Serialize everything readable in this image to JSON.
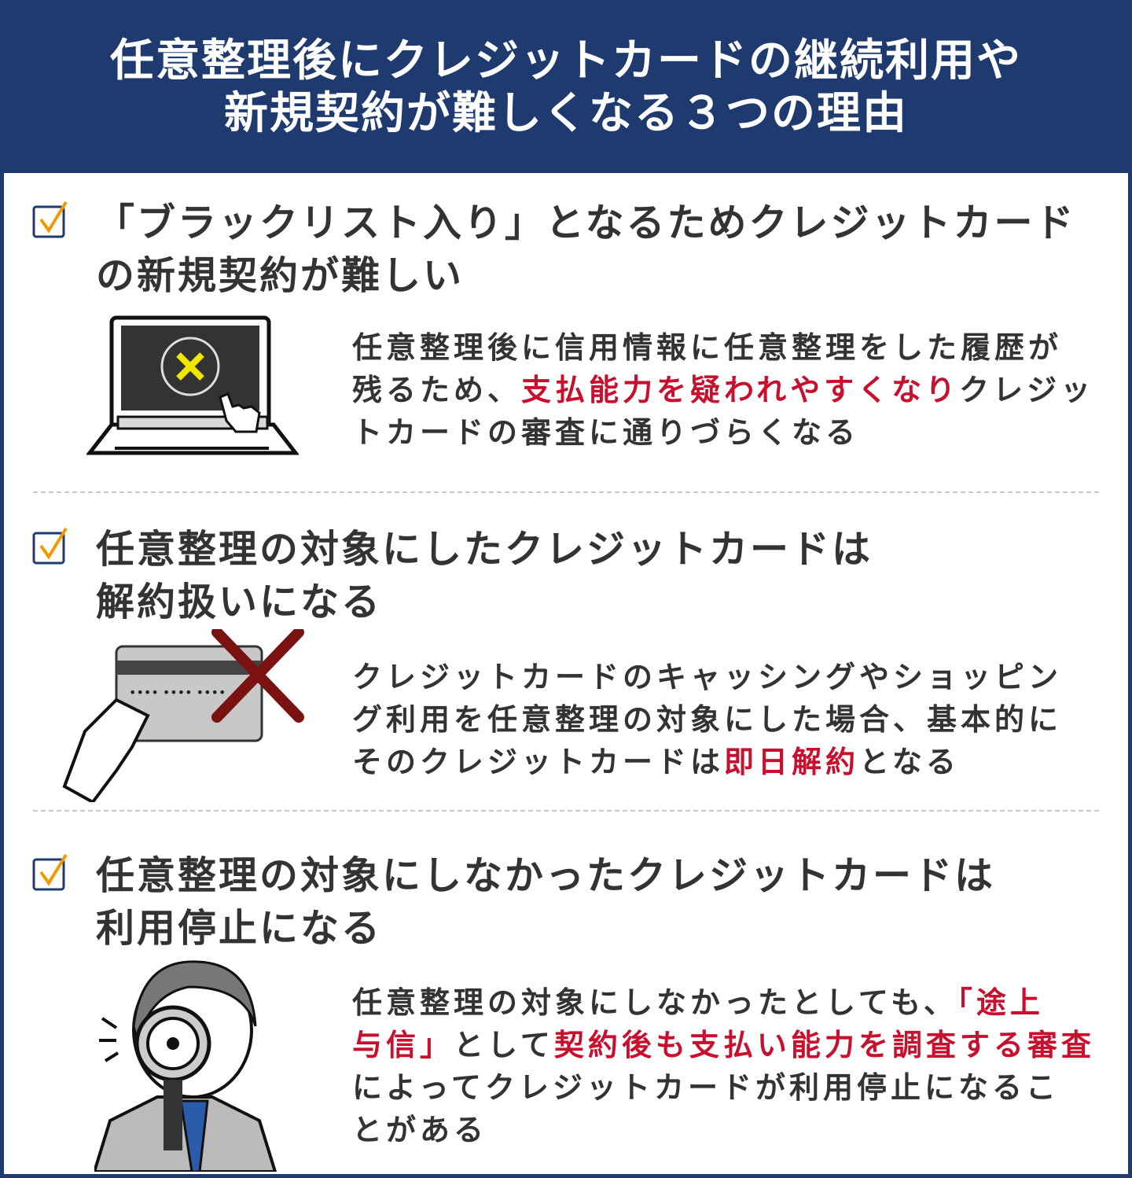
{
  "title": {
    "lines": [
      "任意整理後にクレジットカードの継続利用や",
      "新規契約が難しくなる３つの理由"
    ]
  },
  "colors": {
    "navy": "#1f3a6e",
    "red": "#c8102e",
    "check": "#f39800"
  },
  "sections": [
    {
      "heading": [
        "「ブラックリスト入り」となるためクレジットカード",
        "の新規契約が難しい"
      ],
      "illustration": "laptop-error-icon",
      "body": [
        [
          {
            "t": "任意整理後に信用情報に任意整理をした履歴が"
          }
        ],
        [
          {
            "t": "残るため、"
          },
          {
            "t": "支払能力を疑われやすくなり",
            "red": true
          },
          {
            "t": "クレジッ"
          }
        ],
        [
          {
            "t": "トカードの審査に通りづらくなる"
          }
        ]
      ]
    },
    {
      "heading": [
        "任意整理の対象にしたクレジットカードは",
        "解約扱いになる"
      ],
      "illustration": "credit-card-cancel-icon",
      "body": [
        [
          {
            "t": "クレジットカードのキャッシングやショッピン"
          }
        ],
        [
          {
            "t": "グ利用を任意整理の対象にした場合、基本的に"
          }
        ],
        [
          {
            "t": "そのクレジットカードは"
          },
          {
            "t": "即日解約",
            "red": true
          },
          {
            "t": "となる"
          }
        ]
      ]
    },
    {
      "heading": [
        "任意整理の対象にしなかったクレジットカードは",
        "利用停止になる"
      ],
      "illustration": "magnifier-inspector-icon",
      "body": [
        [
          {
            "t": "任意整理の対象にしなかったとしても、"
          },
          {
            "t": "「途上",
            "red": true
          }
        ],
        [
          {
            "t": "与信」",
            "red": true
          },
          {
            "t": "として"
          },
          {
            "t": "契約後も支払い能力を調査する審査",
            "red": true
          }
        ],
        [
          {
            "t": "によってクレジットカードが利用停止になるこ"
          }
        ],
        [
          {
            "t": "とがある"
          }
        ]
      ]
    }
  ]
}
